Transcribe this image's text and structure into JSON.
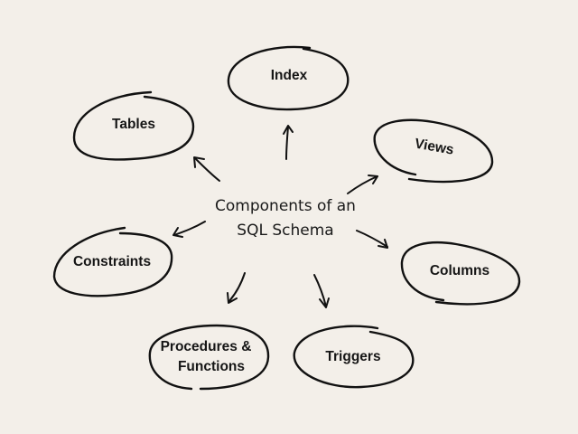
{
  "diagram": {
    "title_lines": [
      "Components of an",
      "SQL Schema"
    ],
    "nodes": [
      {
        "id": "index",
        "label_lines": [
          "Index"
        ]
      },
      {
        "id": "tables",
        "label_lines": [
          "Tables"
        ]
      },
      {
        "id": "views",
        "label_lines": [
          "Views"
        ]
      },
      {
        "id": "constraints",
        "label_lines": [
          "Constraints"
        ]
      },
      {
        "id": "columns",
        "label_lines": [
          "Columns"
        ]
      },
      {
        "id": "procedures-functions",
        "label_lines": [
          "Procedures &",
          "Functions"
        ]
      },
      {
        "id": "triggers",
        "label_lines": [
          "Triggers"
        ]
      }
    ],
    "colors": {
      "background": "#f3efe9",
      "ink": "#111111"
    }
  }
}
